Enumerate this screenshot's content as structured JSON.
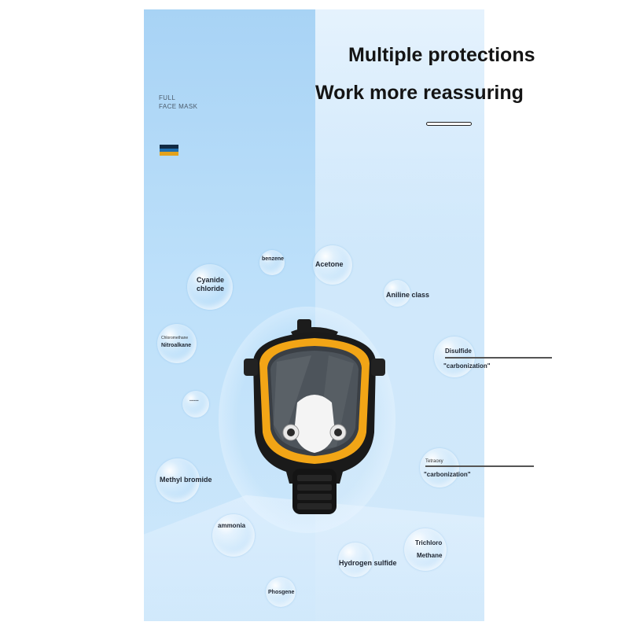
{
  "headline": {
    "line1": "Multiple protections",
    "line2": "Work more reassuring"
  },
  "brand": {
    "line1": "FULL",
    "line2": "FACE MASK"
  },
  "gases": {
    "benzene": "benzene",
    "acetone": "Acetone",
    "cyanide_1": "Cyanide",
    "cyanide_2": "chloride",
    "aniline": "Aniline class",
    "chloromethane": "Chloromethane",
    "nitroalkane": "Nitroalkane",
    "disulfide_1": "Disulfide",
    "disulfide_2": "\"carbonization\"",
    "tetraoxy_1": "Tetraoxy",
    "tetraoxy_2": "\"carbonization\"",
    "methyl_bromide": "Methyl bromide",
    "ammonia": "ammonia",
    "trichloro_1": "Trichloro",
    "trichloro_2": "Methane",
    "hydrogen_sulfide": "Hydrogen sulfide",
    "phosgene": "Phosgene",
    "dots": "......"
  },
  "colors": {
    "background": "#bde0fa",
    "mask_frame": "#f2a516",
    "mask_body": "#1a1a1a",
    "flag": [
      "#102a44",
      "#1f6fb0",
      "#e3a21d"
    ]
  },
  "icons": [
    "full-face-gas-mask",
    "bubble"
  ]
}
